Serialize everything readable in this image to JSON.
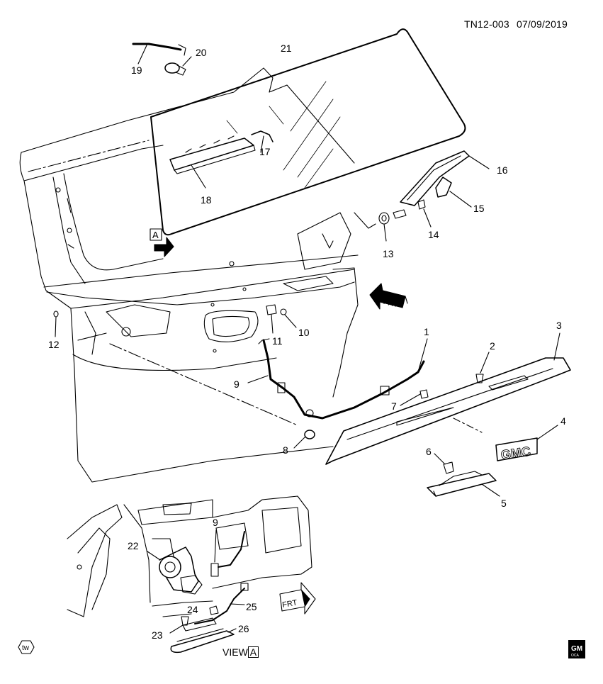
{
  "header": {
    "code": "TN12-003",
    "date": "07/09/2019"
  },
  "view_label": {
    "prefix": "VIEW",
    "letter": "A"
  },
  "view_marker": "A",
  "frt": "FRT",
  "logo_text": "GMC",
  "badge": {
    "top": "GM",
    "bottom": "OCA"
  },
  "tw_mark": "tw",
  "callouts": [
    "1",
    "2",
    "3",
    "4",
    "5",
    "6",
    "7",
    "8",
    "9",
    "10",
    "11",
    "12",
    "13",
    "14",
    "15",
    "16",
    "17",
    "18",
    "19",
    "20",
    "21",
    "22",
    "23",
    "24",
    "25",
    "26",
    "9"
  ]
}
